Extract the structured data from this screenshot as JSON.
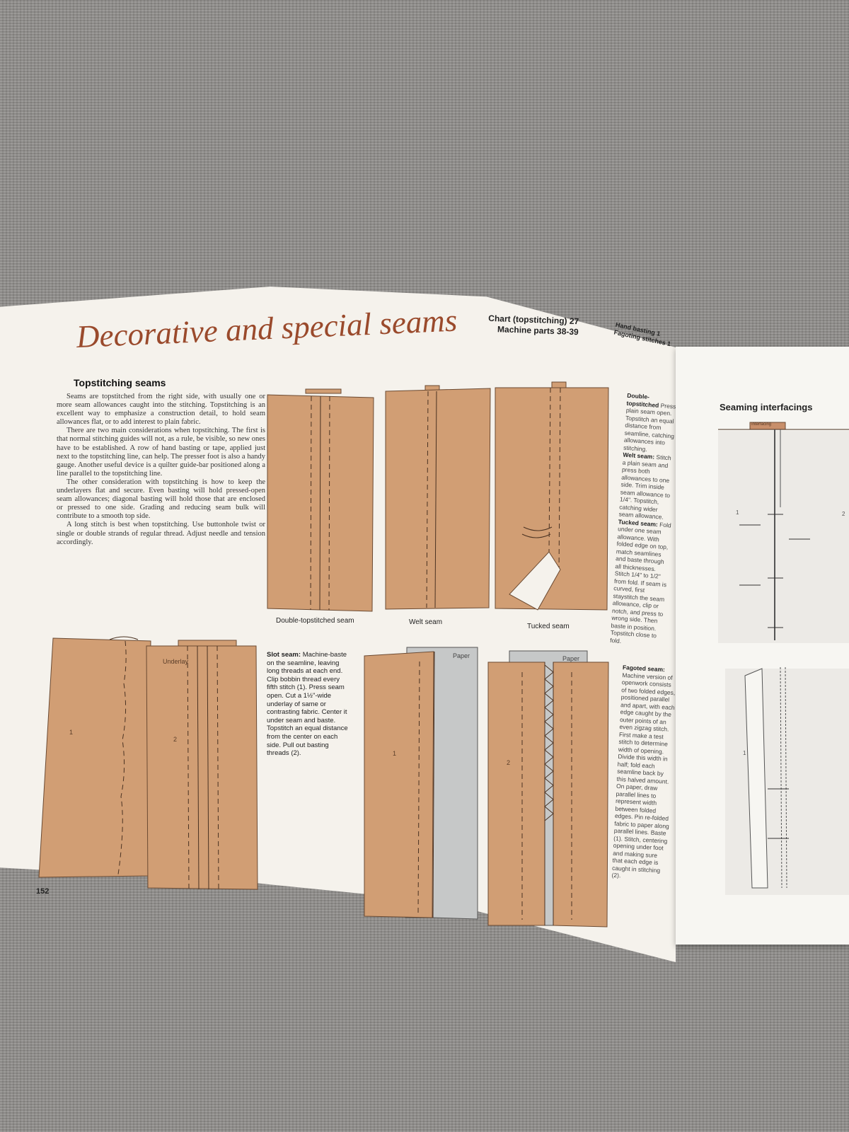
{
  "page": {
    "title": "Decorative and special seams",
    "cross_refs": [
      "Chart (topstitching) 27",
      "Machine parts 38-39"
    ],
    "cross_refs_cut": [
      "Hand basting 1",
      "Fagoting stitches 1"
    ],
    "section_heading": "Topstitching seams",
    "body_paragraphs": [
      "Seams are topstitched from the right side, with usually one or more seam allowances caught into the stitching. Topstitching is an excellent way to emphasize a construction detail, to hold seam allowances flat, or to add interest to plain fabric.",
      "There are two main considerations when topstitching. The first is that normal stitching guides will not, as a rule, be visible, so new ones have to be established. A row of hand basting or tape, applied just next to the topstitching line, can help. The presser foot is also a handy gauge. Another useful device is a quilter guide-bar positioned along a line parallel to the topstitching line.",
      "The other consideration with topstitching is how to keep the underlayers flat and secure. Even basting will hold pressed-open seam allowances; diagonal basting will hold those that are enclosed or pressed to one side. Grading and reducing seam bulk will contribute to a smooth top side.",
      "A long stitch is best when topstitching. Use buttonhole twist or single or double strands of regular thread. Adjust needle and tension accordingly."
    ],
    "captions": [
      "Double-topstitched seam",
      "Welt seam",
      "Tucked seam"
    ],
    "side_notes": [
      {
        "term": "Double-topstitched",
        "text": "Press plain seam open. Topstitch an equal distance from seamline, catching allowances into stitching."
      },
      {
        "term": "Welt seam:",
        "text": "Stitch a plain seam and press both allowances to one side. Trim inside seam allowance to 1/4\". Topstitch, catching wider seam allowance."
      },
      {
        "term": "Tucked seam:",
        "text": "Fold under one seam allowance. With folded edge on top, match seamlines and baste through all thicknesses. Stitch 1/4\" to 1/2\" from fold. If seam is curved, first staystitch the seam allowance, clip or notch, and press to wrong side. Then baste in position. Topstitch close to fold."
      }
    ],
    "slot_term": "Slot seam:",
    "slot_text": "Machine-baste on the seamline, leaving long threads at each end. Clip bobbin thread every fifth stitch (1). Press seam open. Cut a 1½\"-wide underlay of same or contrasting fabric. Center it under seam and baste. Topstitch an equal distance from the center on each side. Pull out basting threads (2).",
    "fagoted_term": "Fagoted seam:",
    "fagoted_text": "Machine version of openwork consists of two folded edges, positioned parallel and apart, with each edge caught by the outer points of an even zigzag stitch. First make a test stitch to determine width of opening. Divide this width in half; fold each seamline back by this halved amount. On paper, draw parallel lines to represent width between folded edges. Pin re-folded fabric to paper along parallel lines. Baste (1). Stitch, centering opening under foot and making sure that each edge is caught in stitching (2).",
    "labels": {
      "underlay": "Underlay",
      "paper1": "Paper",
      "paper2": "Paper",
      "n1": "1",
      "n2": "2",
      "n3": "1",
      "n4": "2"
    },
    "page_number": "152"
  },
  "facing_page": {
    "heading": "Seaming interfacings",
    "tab_label": "Interfacing",
    "n1": "1",
    "n2": "2",
    "n3": "1"
  },
  "colors": {
    "fabric": "#d19e74",
    "title": "#9a4a2c",
    "paper": "#c6c8c8"
  }
}
